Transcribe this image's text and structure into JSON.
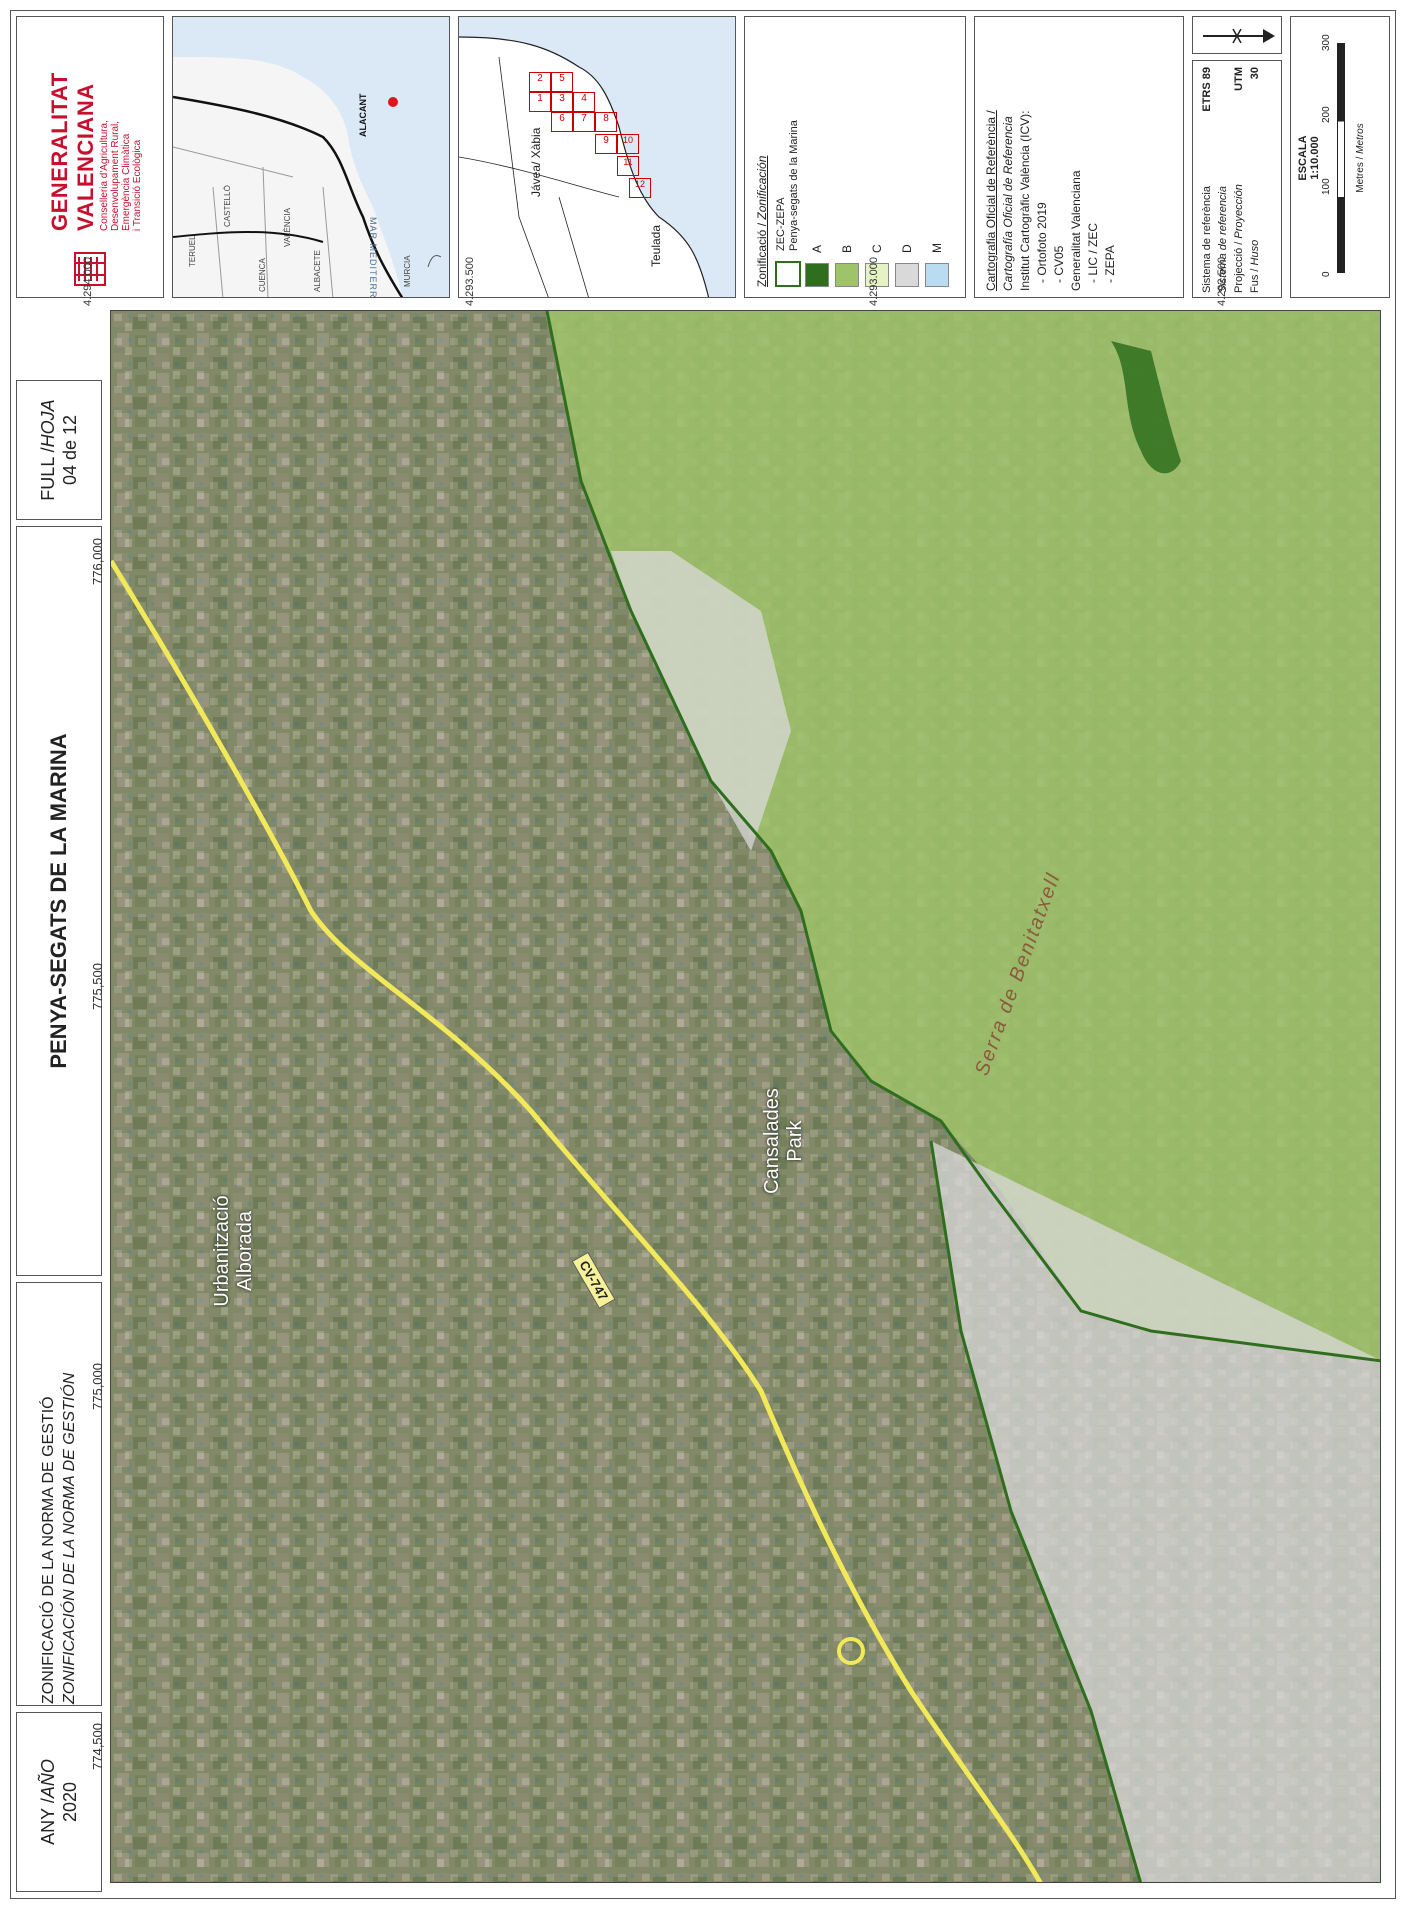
{
  "header": {
    "year_label": "ANY /",
    "year_label_es": "AÑO",
    "year": "2020",
    "zonification_title": "ZONIFICACIÓ DE LA NORMA DE GESTIÓ",
    "zonification_title_es": "ZONIFICACIÓN DE LA NORMA DE GESTIÓN",
    "main_title": "PENYA-SEGATS DE LA MARINA",
    "sheet_label": "FULL /",
    "sheet_label_es": "HOJA",
    "sheet_value": "04 de 12"
  },
  "logo": {
    "name_line1": "GENERALITAT",
    "name_line2": "VALENCIANA",
    "dept_line1": "Conselleria d'Agricultura,",
    "dept_line2": "Desenvolupament Rural,",
    "dept_line3": "Emergència Climàtica",
    "dept_line4": "i Transició Ecològica",
    "brand_color": "#c8102e"
  },
  "locator_map": {
    "sea_label": "MAR MEDITERRANI",
    "regions": [
      "CASTELLÓ",
      "TERUEL",
      "VALÈNCIA",
      "CUENCA",
      "ALBACETE",
      "ALACANT",
      "MURCIA"
    ]
  },
  "sheet_index": {
    "towns": [
      "Jávea/ Xàbia",
      "Teulada"
    ],
    "sheets": [
      "1",
      "2",
      "3",
      "4",
      "5",
      "6",
      "7",
      "8",
      "9",
      "10",
      "11",
      "12"
    ]
  },
  "legend": {
    "title": "Zonificació /",
    "title_es": "Zonificación",
    "items": [
      {
        "label": "ZEC-ZEPA",
        "label2": "Penya-segats de la Marina",
        "color": "#ffffff",
        "border": "#2e6e1e"
      },
      {
        "label": "A",
        "color": "#2f6e1f"
      },
      {
        "label": "B",
        "color": "#9fc36a"
      },
      {
        "label": "C",
        "color": "#e4f2c4"
      },
      {
        "label": "D",
        "color": "#d9d9d9"
      },
      {
        "label": "M",
        "color": "#b9dcf2"
      }
    ]
  },
  "cartography": {
    "title": "Cartografia Oficial de Referència /",
    "title_es": "Cartografía Oficial de Referencia",
    "lines": [
      "Institut Cartogràfic València (ICV):",
      "- Ortofoto 2019",
      "- CV05",
      "Generalitat Valenciana",
      "- LIC / ZEC",
      "- ZEPA"
    ]
  },
  "reference": {
    "system_label": "Sistema de referència",
    "system_label_es": "Sistema de referencia",
    "system_value": "ETRS 89",
    "projection_label": "Projecció /",
    "projection_label_es": "Proyección",
    "projection_value": "UTM",
    "zone_label": "Fus /",
    "zone_label_es": "Huso",
    "zone_value": "30"
  },
  "scale": {
    "title": "ESCALA",
    "value": "1:10.000",
    "ticks": [
      "0",
      "100",
      "200",
      "300"
    ],
    "units": "Metres /",
    "units_es": "Metros"
  },
  "map": {
    "x_ticks": [
      "774,500",
      "775,000",
      "775,500",
      "776,000"
    ],
    "y_ticks": [
      "4.294.000",
      "4.293.500",
      "4.293.000",
      "4.292.500"
    ],
    "road_label": "CV-747",
    "place_labels": [
      "Urbanització Alborada",
      "Cansalades Park",
      "Serra de Benitatxell"
    ]
  }
}
